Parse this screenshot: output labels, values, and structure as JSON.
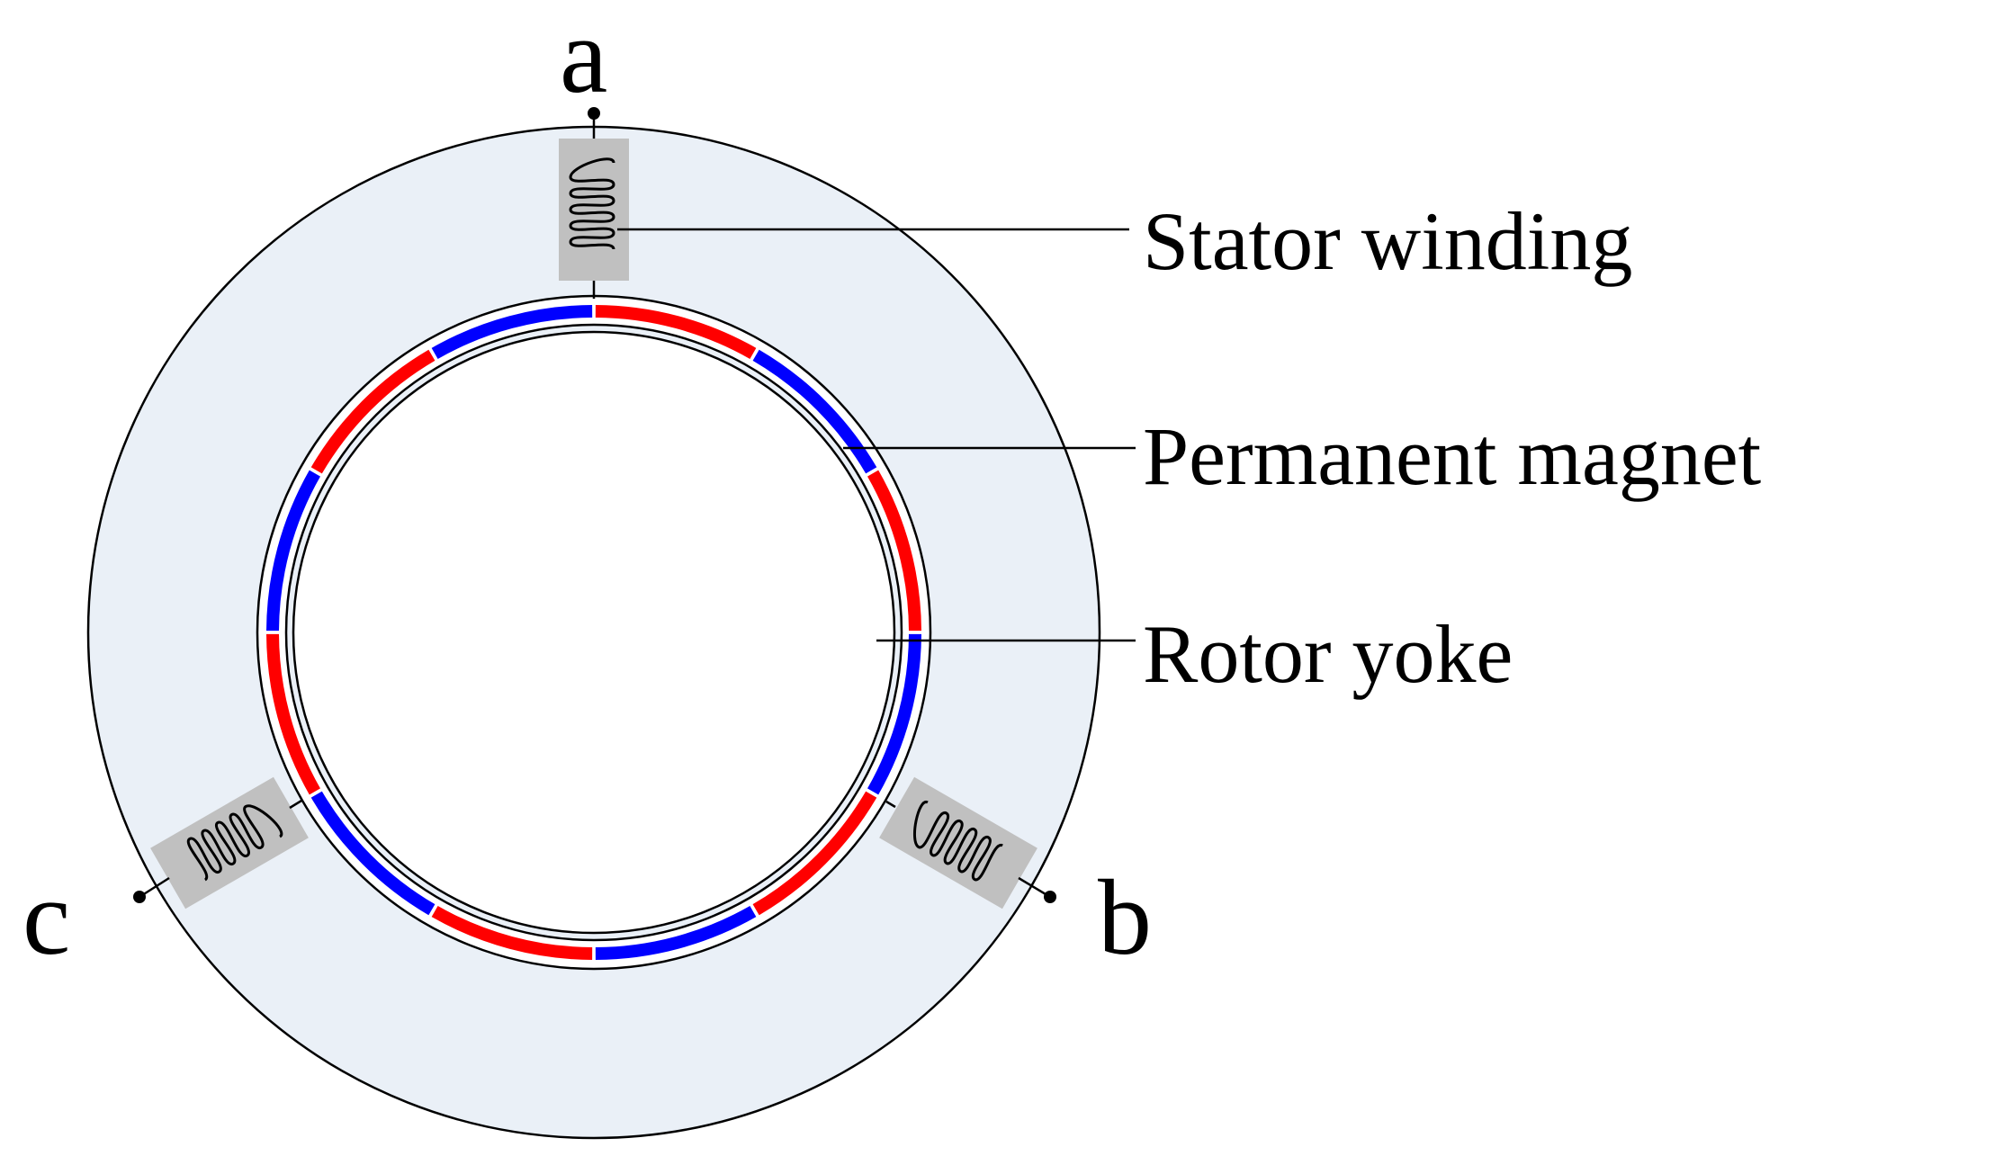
{
  "phases": {
    "a": "a",
    "b": "b",
    "c": "c"
  },
  "labels": {
    "stator_winding": "Stator winding",
    "permanent_magnet": "Permanent magnet",
    "rotor_yoke": "Rotor yoke"
  },
  "magnet_poles": [
    "N",
    "S",
    "N",
    "S",
    "N",
    "S",
    "N",
    "S",
    "N",
    "S",
    "N",
    "S"
  ],
  "colors": {
    "stator_fill": "#eaf0f7",
    "outline": "#000000",
    "magnet_red": "#ff0000",
    "magnet_blue": "#0000ff",
    "coil_block": "#c0c0c0",
    "background": "#ffffff"
  }
}
